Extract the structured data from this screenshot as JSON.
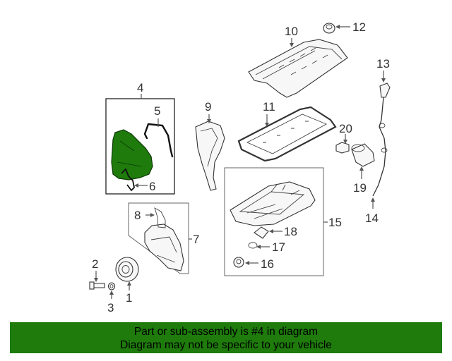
{
  "callouts": {
    "c1": "1",
    "c2": "2",
    "c3": "3",
    "c4": "4",
    "c5": "5",
    "c6": "6",
    "c7": "7",
    "c8": "8",
    "c9": "9",
    "c10": "10",
    "c11": "11",
    "c12": "12",
    "c13": "13",
    "c14": "14",
    "c15": "15",
    "c16": "16",
    "c17": "17",
    "c18": "18",
    "c19": "19",
    "c20": "20"
  },
  "highlight": {
    "part_number": "4",
    "color": "#1e7b0c"
  },
  "banner": {
    "line1": "Part or sub-assembly is #4 in diagram",
    "line2": "Diagram may not be specific to your vehicle",
    "background": "#1e7b0c"
  }
}
